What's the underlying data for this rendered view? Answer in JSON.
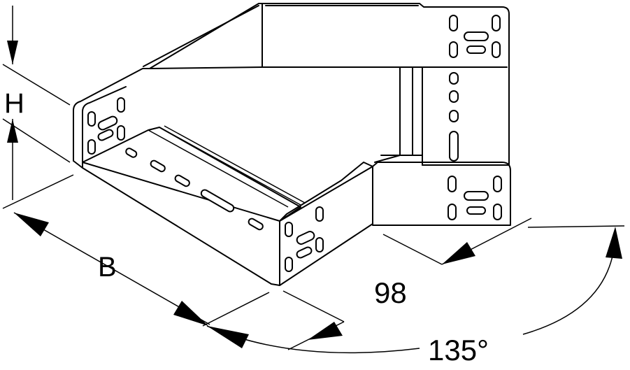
{
  "dimensions": {
    "height_label": "H",
    "width_label": "B",
    "length_value": "98",
    "angle_value": "135°"
  },
  "colors": {
    "line": "#000000",
    "background": "#ffffff"
  }
}
